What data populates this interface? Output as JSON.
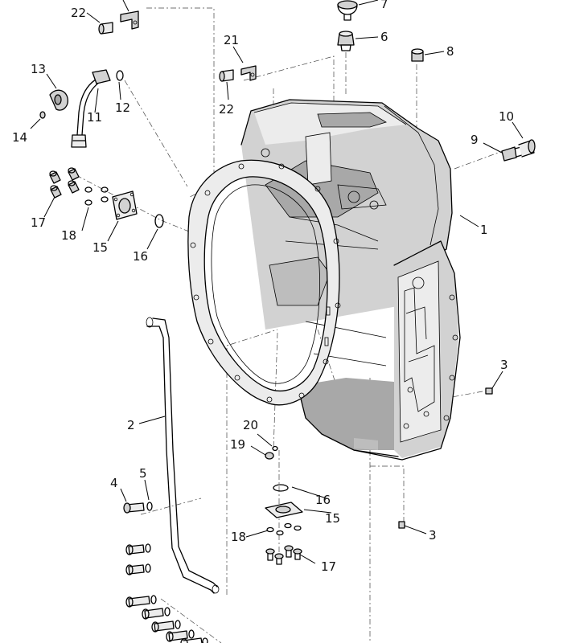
{
  "callouts": {
    "c1": "1",
    "c2": "2",
    "c3a": "3",
    "c3b": "3",
    "c4": "4",
    "c5": "5",
    "c6": "6",
    "c7": "7",
    "c8": "8",
    "c9": "9",
    "c10": "10",
    "c11": "11",
    "c12": "12",
    "c13": "13",
    "c14": "14",
    "c15a": "15",
    "c15b": "15",
    "c16a": "16",
    "c16b": "16",
    "c17a": "17",
    "c17b": "17",
    "c18a": "18",
    "c18b": "18",
    "c19": "19",
    "c20": "20",
    "c21": "21",
    "c22a": "22",
    "c22b": "22"
  }
}
